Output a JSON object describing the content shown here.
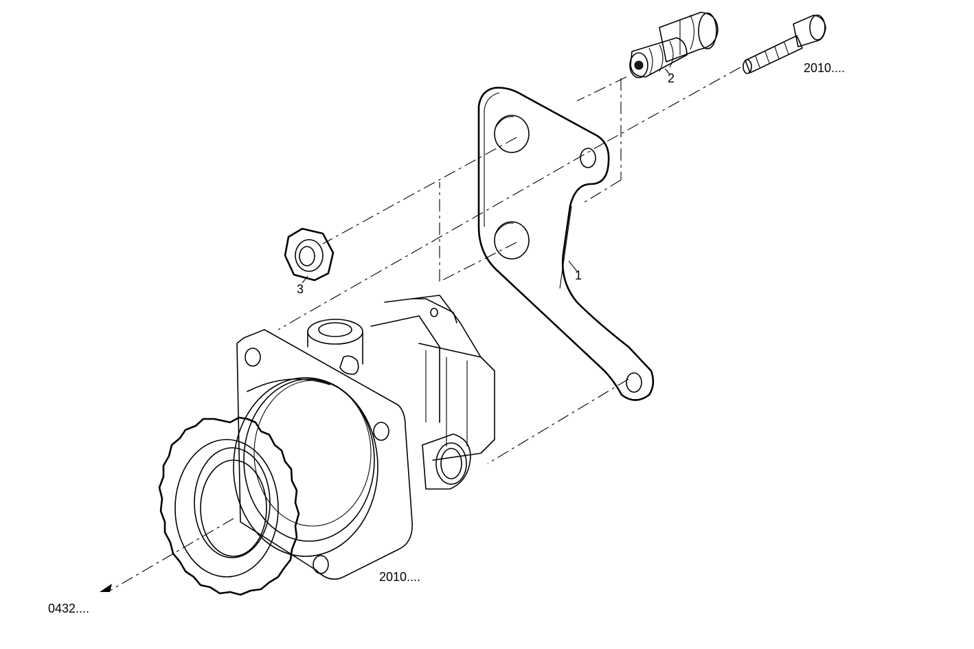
{
  "labels": {
    "bracket": "1",
    "fitting": "2",
    "nut": "3",
    "bolt_ref": "2010....",
    "pump_ref": "2010....",
    "shaft_ref": "0432...."
  }
}
